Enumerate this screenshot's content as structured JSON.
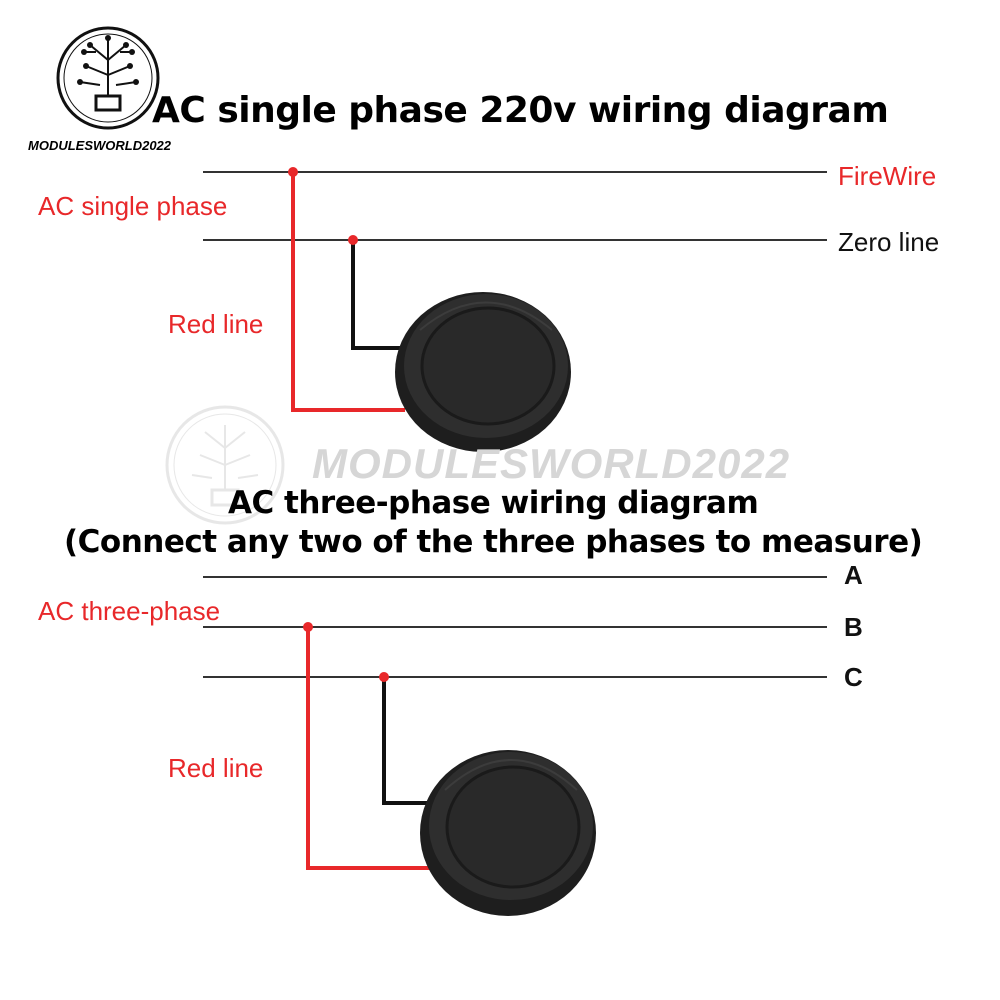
{
  "brand": {
    "name": "MODULESWORLD2022",
    "logo_icon": "circuit-bulb-logo-icon"
  },
  "watermark": {
    "text": "MODULESWORLD2022"
  },
  "single_phase": {
    "title": "AC single phase 220v wiring diagram",
    "section_label": "AC single phase",
    "line_labels": [
      "FireWire",
      "Zero line"
    ],
    "wire_label": "Red line"
  },
  "three_phase": {
    "title": "AC three-phase wiring diagram",
    "subtitle": "(Connect any two of the three phases to measure)",
    "section_label": "AC three-phase",
    "line_labels": [
      "A",
      "B",
      "C"
    ],
    "wire_label": "Red line"
  },
  "colors": {
    "red": "#e8282a",
    "line": "#333333",
    "module": "#2b2b2b"
  }
}
